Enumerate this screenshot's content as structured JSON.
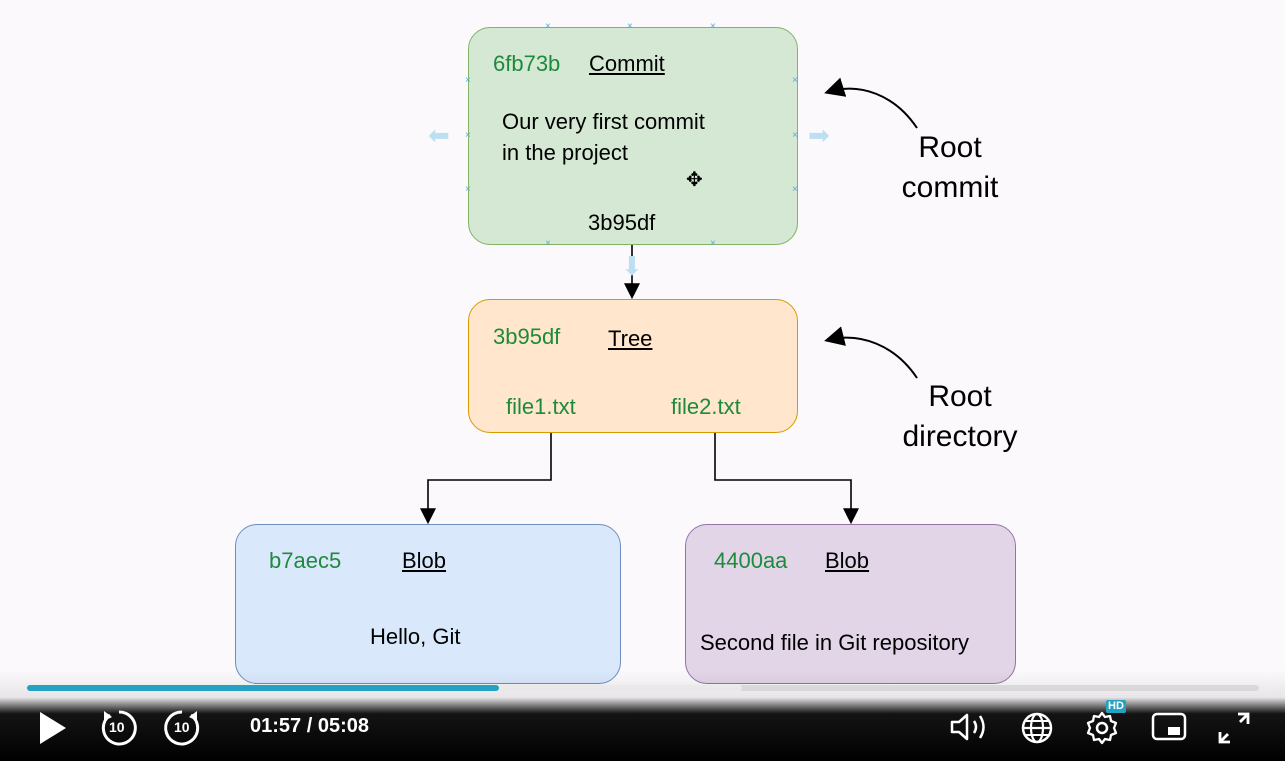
{
  "diagram": {
    "commit": {
      "hash": "6fb73b",
      "type": "Commit",
      "message_line1": "Our very first commit",
      "message_line2": "in the project",
      "tree_ref": "3b95df"
    },
    "tree": {
      "hash": "3b95df",
      "type": "Tree",
      "file1": "file1.txt",
      "file2": "file2.txt"
    },
    "blob1": {
      "hash": "b7aec5",
      "type": "Blob",
      "content": "Hello, Git"
    },
    "blob2": {
      "hash": "4400aa",
      "type": "Blob",
      "content": "Second file in Git repository"
    },
    "annotations": {
      "root_commit_line1": "Root",
      "root_commit_line2": "commit",
      "root_dir_line1": "Root",
      "root_dir_line2": "directory"
    }
  },
  "player": {
    "time_display": "01:57 / 05:08",
    "progress_fraction": 0.383,
    "buffered_fraction": 0.58,
    "skip_back_seconds": "10",
    "skip_forward_seconds": "10",
    "quality_badge": "HD",
    "accent_color": "#23a2c2"
  }
}
